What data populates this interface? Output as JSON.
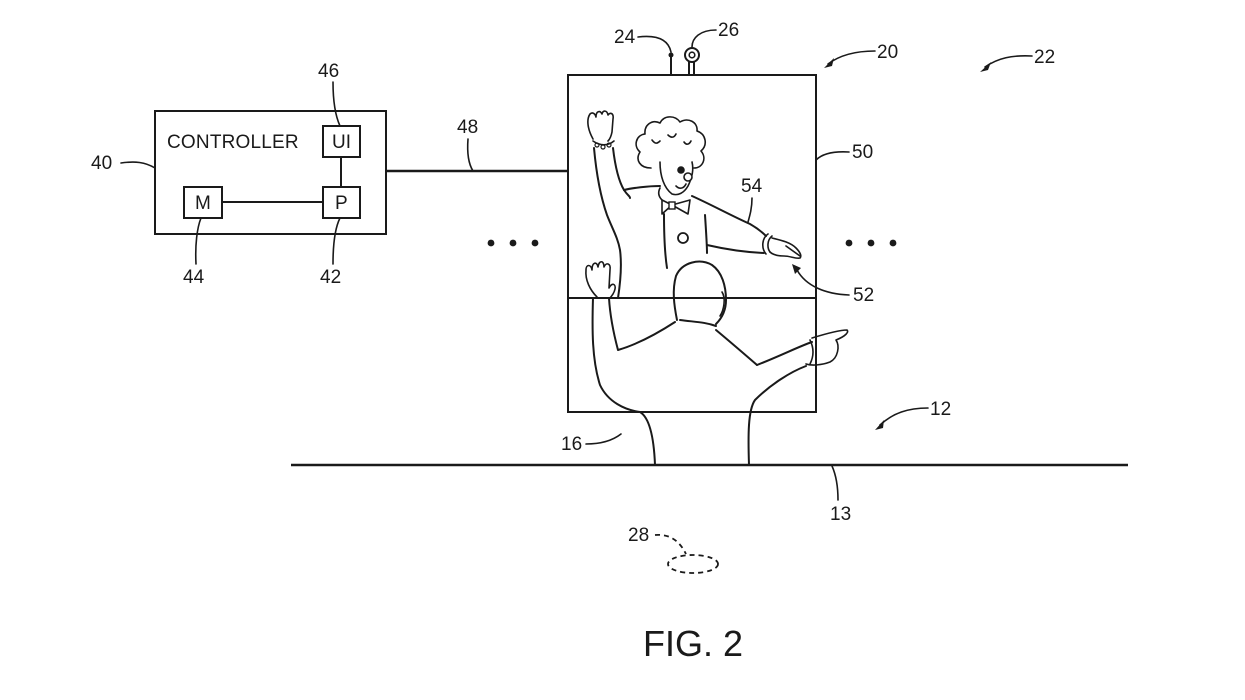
{
  "figure": {
    "caption": "FIG. 2"
  },
  "controller": {
    "title": "CONTROLLER",
    "ref": "40",
    "blocks": {
      "ui": {
        "label": "UI",
        "ref": "46"
      },
      "processor": {
        "label": "P",
        "ref": "42"
      },
      "memory": {
        "label": "M",
        "ref": "44"
      }
    }
  },
  "connection": {
    "ref": "48"
  },
  "display_unit": {
    "ref": "20",
    "screen_ref": "50",
    "camera_ref": "24",
    "sensor_ref": "26",
    "character_ref": "54",
    "hand_ref": "52"
  },
  "system_ref": "22",
  "environment": {
    "area_ref": "12",
    "floor_ref": "13",
    "guest_ref": "16",
    "floor_marker_ref": "28"
  },
  "ellipsis": "..."
}
